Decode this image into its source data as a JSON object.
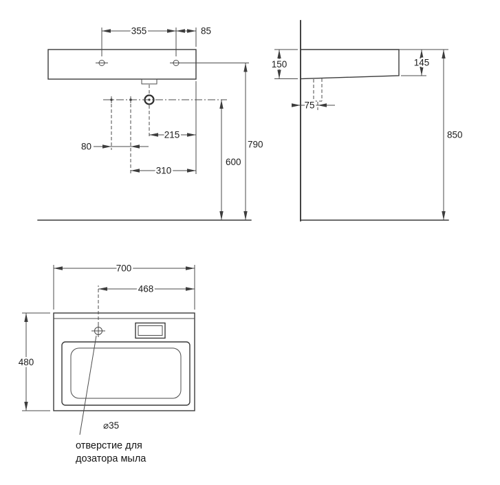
{
  "drawing": {
    "front_view": {
      "dim_355": "355",
      "dim_85": "85",
      "dim_80": "80",
      "dim_215": "215",
      "dim_310": "310",
      "dim_600": "600",
      "dim_790": "790"
    },
    "side_view": {
      "dim_150": "150",
      "dim_145": "145",
      "dim_75": "75",
      "dim_850": "850"
    },
    "plan_view": {
      "dim_700": "700",
      "dim_468": "468",
      "dim_480": "480",
      "hole_diameter": "⌀35",
      "note_line1": "отверстие для",
      "note_line2": "дозатора мыла"
    }
  }
}
